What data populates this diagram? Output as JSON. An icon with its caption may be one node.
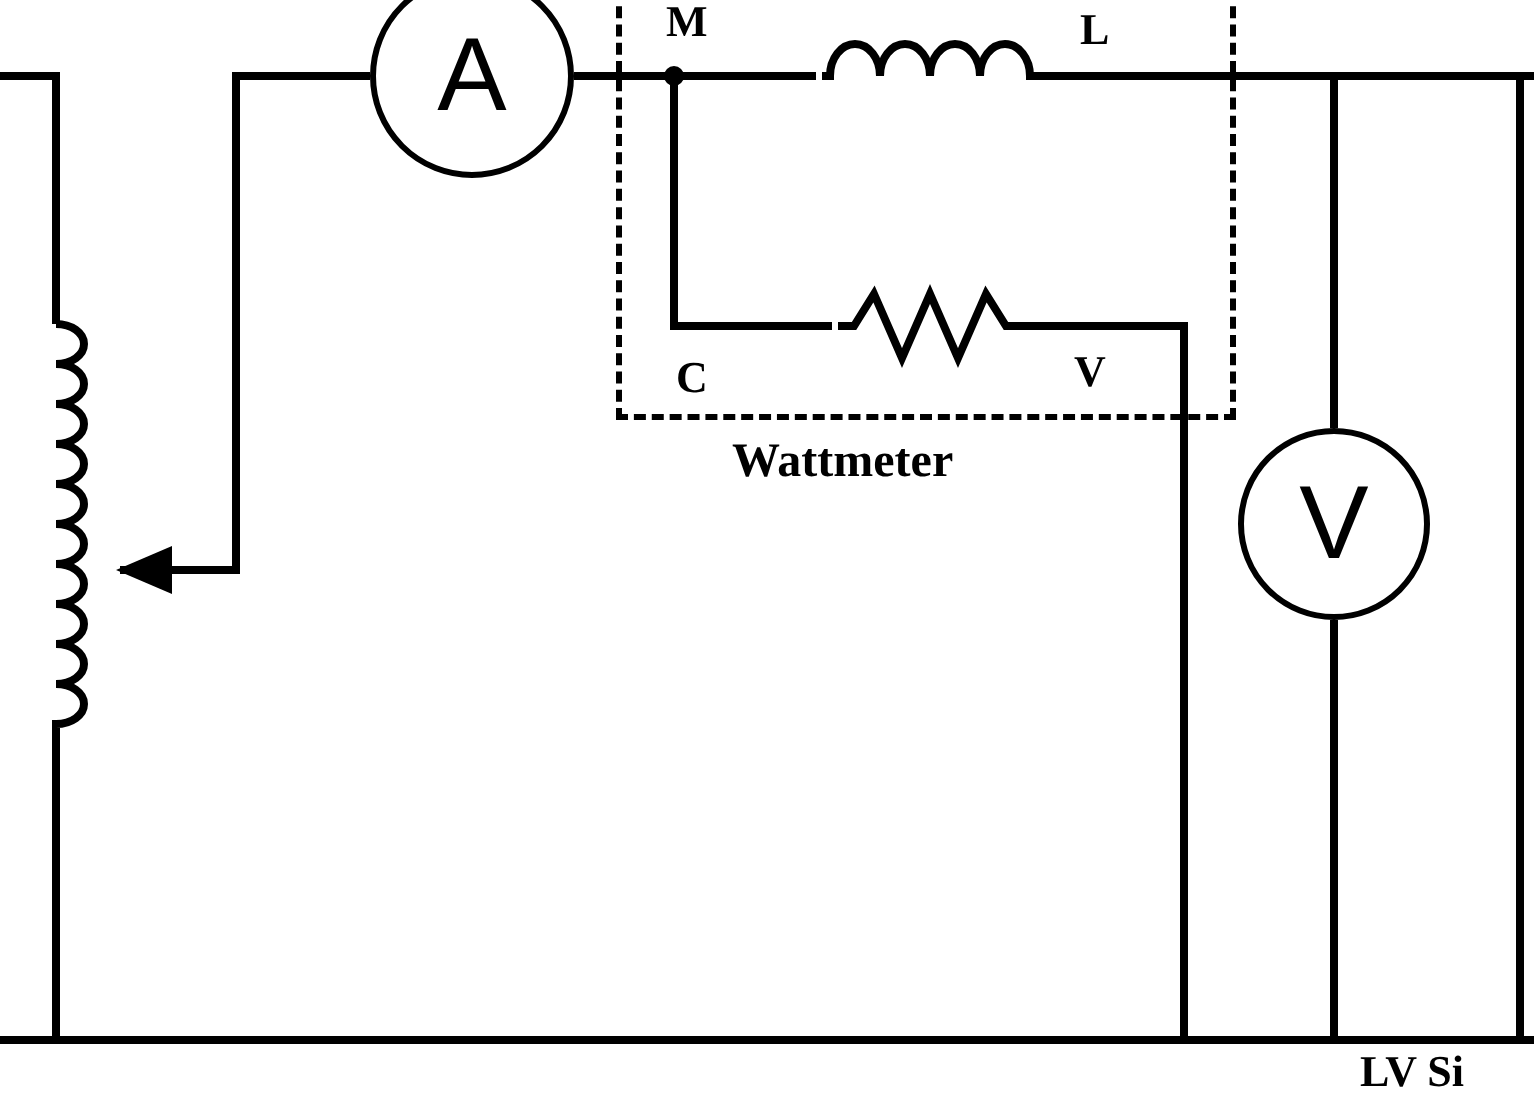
{
  "diagram": {
    "nodes": [
      {
        "text": [
          "Wattmeter"
        ]
      },
      {
        "text": [
          "A"
        ]
      },
      {
        "text": [
          "V"
        ]
      },
      {
        "text": [],
        "shape": "coil",
        "in": 0
      },
      {
        "text": [],
        "shape": "resistor",
        "in": 0
      },
      {
        "text": [],
        "shape": "coil"
      }
    ],
    "edges": [
      {
        "from": 1,
        "to": 5,
        "arrow": "to"
      },
      {
        "from": 1,
        "to": 3,
        "arrow": "none"
      },
      {
        "from": 3,
        "to": 4,
        "arrow": "none"
      },
      {
        "from": 3,
        "to": 2,
        "arrow": "none"
      },
      {
        "from": 4,
        "to": 2,
        "arrow": "none"
      },
      {
        "from": 5,
        "to": 2,
        "arrow": "none"
      }
    ],
    "labels": [
      "M",
      "L",
      "C",
      "V",
      "LV Si"
    ]
  }
}
